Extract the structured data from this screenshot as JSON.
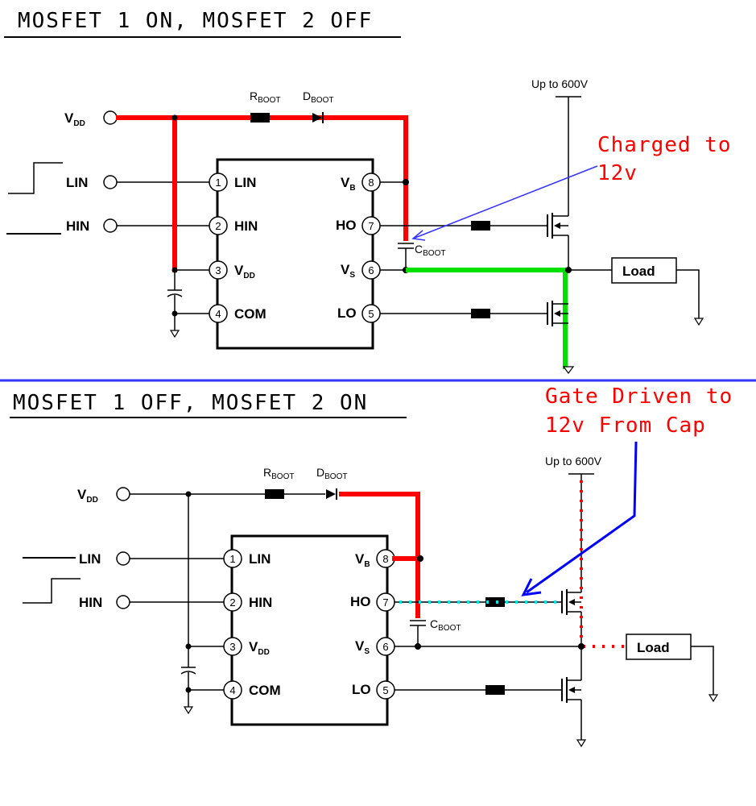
{
  "top": {
    "title": "MOSFET 1 ON, MOSFET 2 OFF",
    "note_line1": "Charged to",
    "note_line2": "12v"
  },
  "bottom": {
    "title": "MOSFET 1 OFF, MOSFET 2 ON",
    "note_line1": "Gate Driven to",
    "note_line2": "12v From Cap"
  },
  "labels": {
    "vdd": "V",
    "vdd_sub": "DD",
    "lin": "LIN",
    "hin": "HIN",
    "rboot": "R",
    "rboot_sub": "BOOT",
    "dboot": "D",
    "dboot_sub": "BOOT",
    "cboot": "C",
    "cboot_sub": "BOOT",
    "up_to": "Up to 600V",
    "load": "Load",
    "pin1": "LIN",
    "pin2": "HIN",
    "pin3": "V",
    "pin3_sub": "DD",
    "pin4": "COM",
    "pin8": "V",
    "pin8_sub": "B",
    "pin7": "HO",
    "pin6": "V",
    "pin6_sub": "S",
    "pin5": "LO"
  },
  "colors": {
    "highlight_red": "#ff0000",
    "highlight_green": "#00e000",
    "highlight_cyan": "#00e8e8",
    "arrow_blue": "#0000ff"
  }
}
